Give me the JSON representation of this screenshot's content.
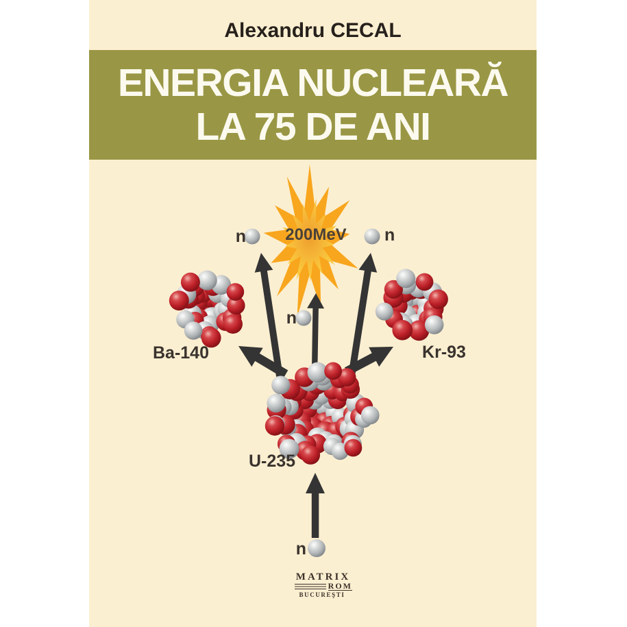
{
  "cover": {
    "author": "Alexandru CECAL",
    "title_line1": "ENERGIA NUCLEARĂ",
    "title_line2": "LA 75 DE ANI"
  },
  "diagram": {
    "energy_label": "200MeV",
    "neutron_label": "n",
    "nuclei": {
      "uranium": {
        "label": "U-235"
      },
      "barium": {
        "label": "Ba-140"
      },
      "krypton": {
        "label": "Kr-93"
      }
    }
  },
  "publisher": {
    "name_top": "MATRIX",
    "name_bottom": "ROM",
    "city": "BUCUREŞTI"
  },
  "colors": {
    "background": "#FBEFD1",
    "band": "#999745",
    "title_text": "#FCFAEF",
    "author_text": "#27211C",
    "explosion_outer": "#F8A61E",
    "explosion_inner": "#F8C63A",
    "explosion_core": "#EE9D2D",
    "proton_red": "#BB2127",
    "neutron_gray": "#C2C6C7",
    "arrow": "#343434",
    "label_text": "#3A332E",
    "energy_text": "#4A4138",
    "logo_text": "#3B3129"
  }
}
